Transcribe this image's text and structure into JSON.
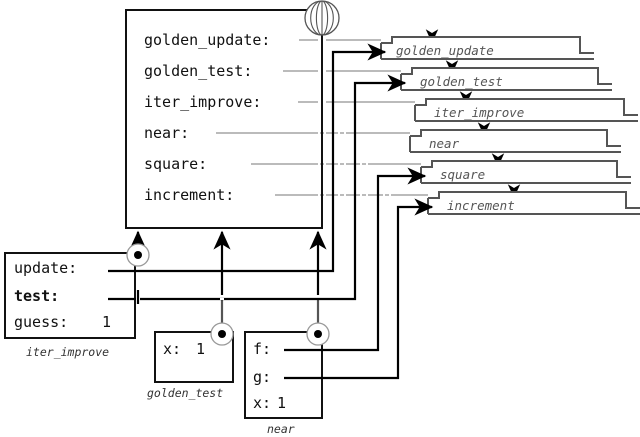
{
  "diagram": {
    "title": "environment-diagram",
    "colors": {
      "box_stroke": "#111111",
      "func_stroke": "#555555",
      "binding_line": "#bbbbbb",
      "arrow": "#000000",
      "pointer_line": "#555555",
      "background": "#ffffff"
    },
    "global_frame": {
      "name": "global-frame",
      "bindings": [
        {
          "name": "golden_update",
          "label": "golden_update:",
          "bold": false
        },
        {
          "name": "golden_test",
          "label": "golden_test:",
          "bold": false
        },
        {
          "name": "iter_improve",
          "label": "iter_improve:",
          "bold": false
        },
        {
          "name": "near",
          "label": "near:",
          "bold": false
        },
        {
          "name": "square",
          "label": "square:",
          "bold": false
        },
        {
          "name": "increment",
          "label": "increment:",
          "bold": false
        }
      ]
    },
    "functions": [
      {
        "name": "golden_update",
        "label": "golden_update"
      },
      {
        "name": "golden_test",
        "label": "golden_test"
      },
      {
        "name": "iter_improve",
        "label": "iter_improve"
      },
      {
        "name": "near",
        "label": "near"
      },
      {
        "name": "square",
        "label": "square"
      },
      {
        "name": "increment",
        "label": "increment"
      }
    ],
    "frames": [
      {
        "name": "iter_improve-frame",
        "label": "iter_improve",
        "bindings": [
          {
            "label": "update:",
            "value": "",
            "bold": false
          },
          {
            "label": "test:",
            "value": "",
            "bold": true
          },
          {
            "label": "guess:",
            "value": "1",
            "bold": false
          }
        ]
      },
      {
        "name": "golden_test-frame",
        "label": "golden_test",
        "bindings": [
          {
            "label": "x:",
            "value": "1",
            "bold": false
          }
        ]
      },
      {
        "name": "near-frame",
        "label": "near",
        "bindings": [
          {
            "label": "f:",
            "value": "",
            "bold": false
          },
          {
            "label": "g:",
            "value": "",
            "bold": false
          },
          {
            "label": "x:",
            "value": "1",
            "bold": false
          }
        ]
      }
    ],
    "icons": {
      "globe": "globe-icon",
      "parent_pointer": "parent-pointer-icon"
    }
  }
}
